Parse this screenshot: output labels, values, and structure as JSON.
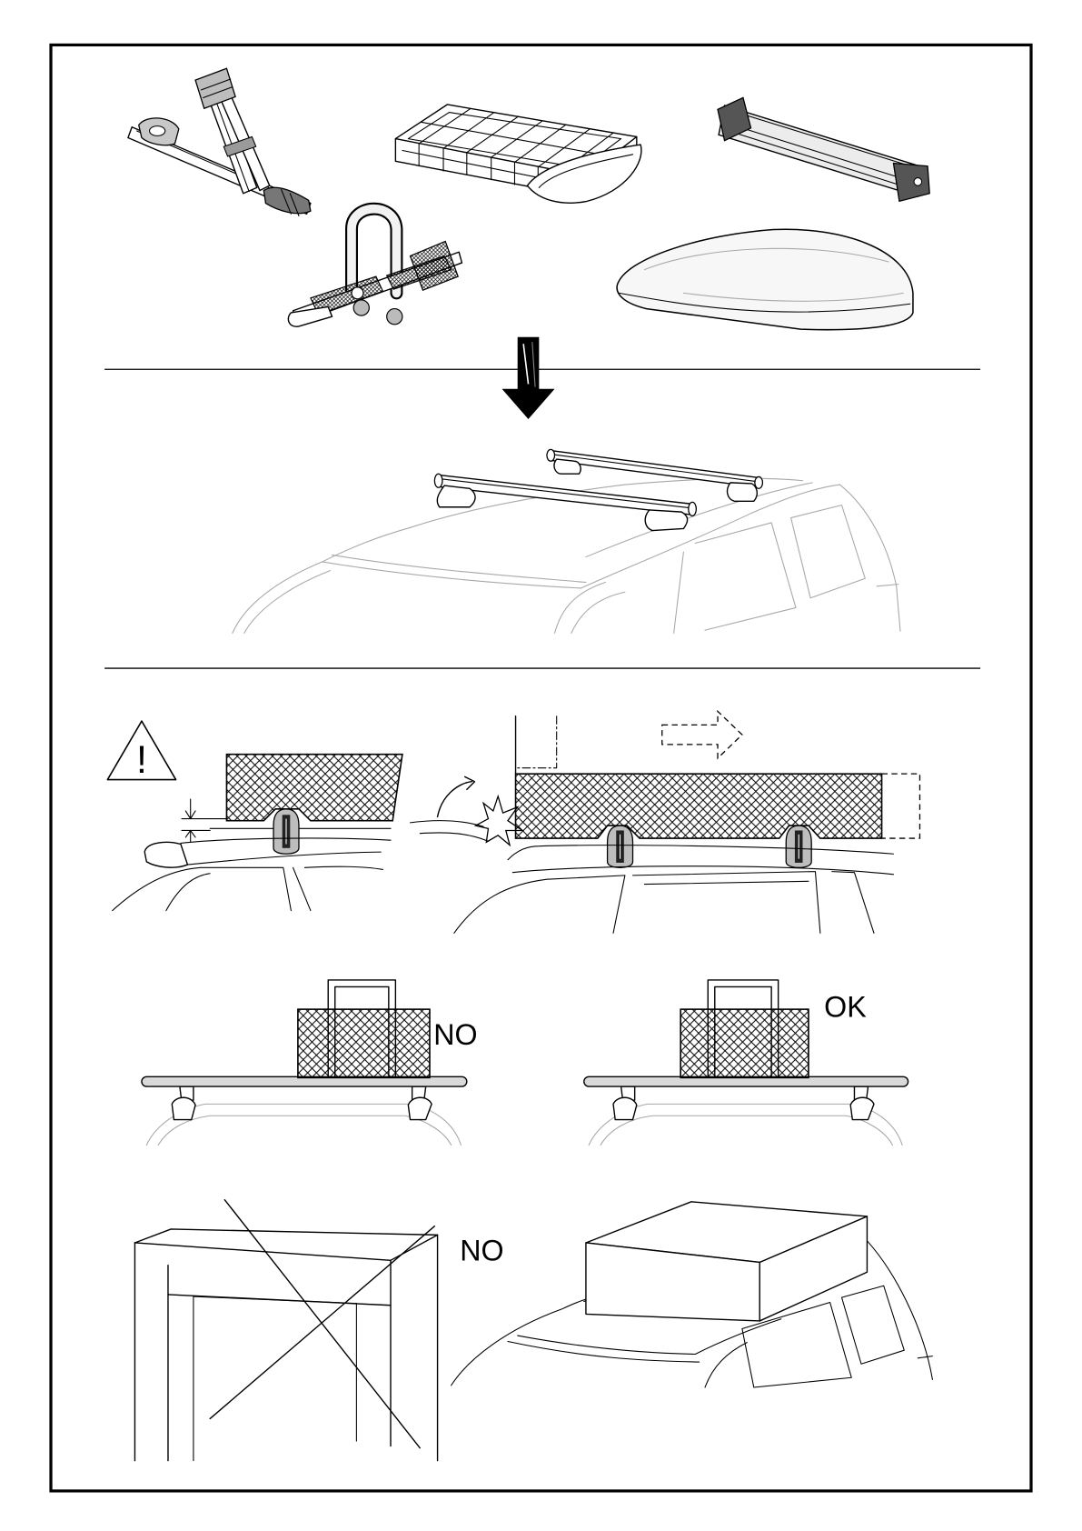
{
  "warning": {
    "symbol": "!"
  },
  "load_placement": {
    "off_center_label": "NO",
    "centered_label": "OK"
  },
  "clearance": {
    "garage_label": "NO"
  }
}
